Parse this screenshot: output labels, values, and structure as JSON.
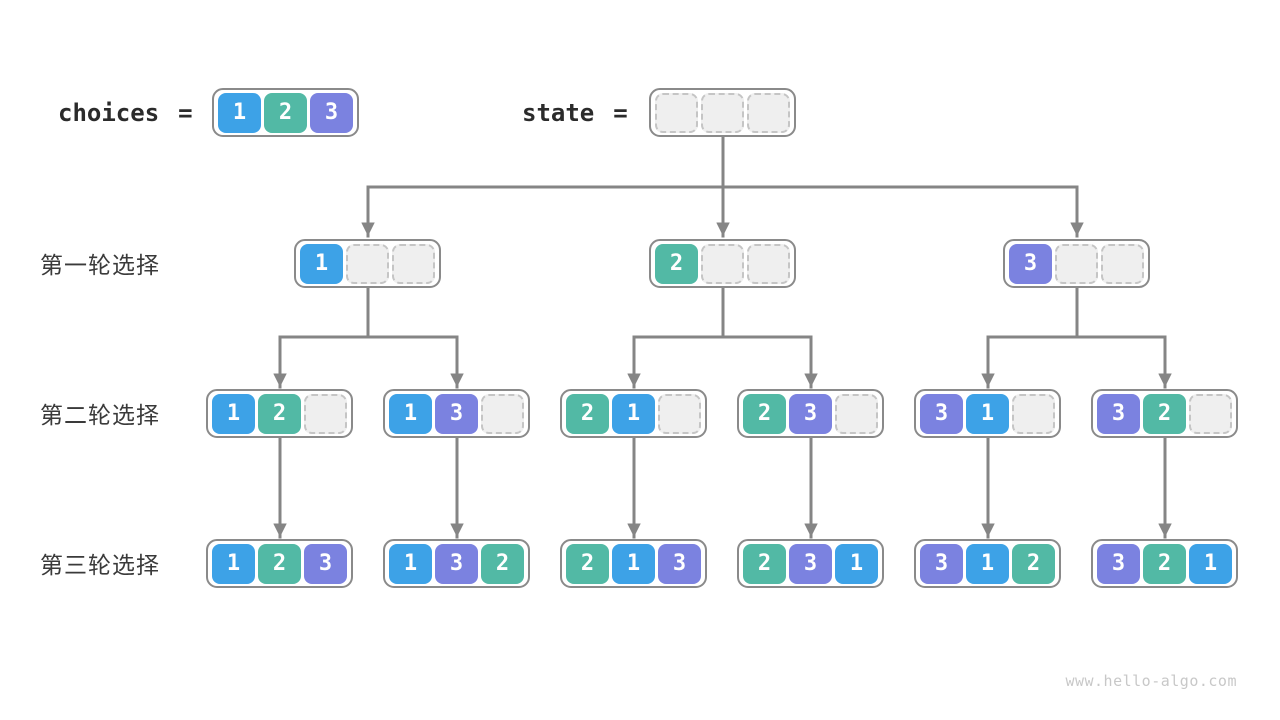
{
  "page": {
    "watermark": "www.hello-algo.com"
  },
  "colors": {
    "choice_1": "#3da2e7",
    "choice_2": "#52b9a5",
    "choice_3": "#7b82e0",
    "empty_cell_fill": "#efefef",
    "empty_cell_border": "#c5c5c5",
    "box_border": "#8a8a8a",
    "arrow": "#858585",
    "watermark_text": "#c8c8c8"
  },
  "header": {
    "choices_label": "choices",
    "choices_equals": "=",
    "choices_cells": [
      1,
      2,
      3
    ],
    "state_label": "state",
    "state_equals": "=",
    "state_cells": [
      null,
      null,
      null
    ]
  },
  "rows": [
    {
      "label": "第一轮选择",
      "nodes": [
        {
          "cells": [
            1,
            null,
            null
          ]
        },
        {
          "cells": [
            2,
            null,
            null
          ]
        },
        {
          "cells": [
            3,
            null,
            null
          ]
        }
      ]
    },
    {
      "label": "第二轮选择",
      "nodes": [
        {
          "cells": [
            1,
            2,
            null
          ]
        },
        {
          "cells": [
            1,
            3,
            null
          ]
        },
        {
          "cells": [
            2,
            1,
            null
          ]
        },
        {
          "cells": [
            2,
            3,
            null
          ]
        },
        {
          "cells": [
            3,
            1,
            null
          ]
        },
        {
          "cells": [
            3,
            2,
            null
          ]
        }
      ]
    },
    {
      "label": "第三轮选择",
      "nodes": [
        {
          "cells": [
            1,
            2,
            3
          ]
        },
        {
          "cells": [
            1,
            3,
            2
          ]
        },
        {
          "cells": [
            2,
            1,
            3
          ]
        },
        {
          "cells": [
            2,
            3,
            1
          ]
        },
        {
          "cells": [
            3,
            1,
            2
          ]
        },
        {
          "cells": [
            3,
            2,
            1
          ]
        }
      ]
    }
  ]
}
